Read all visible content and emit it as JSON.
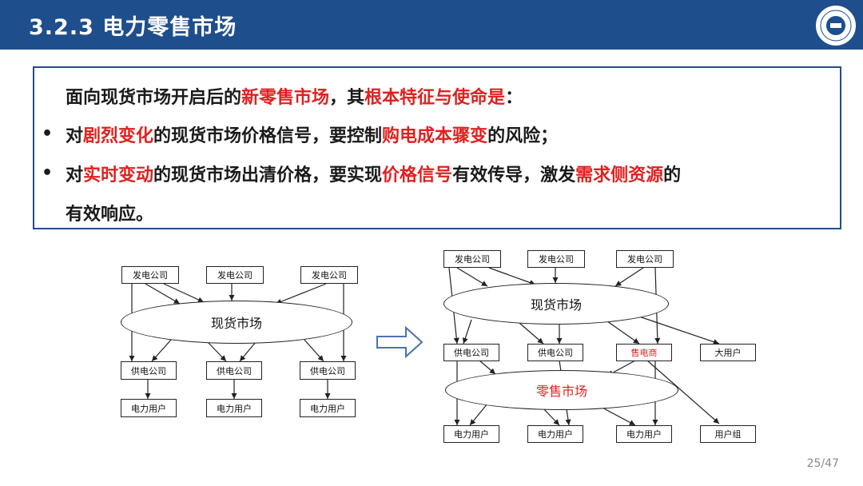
{
  "header": {
    "title": "3.2.3  电力零售市场"
  },
  "intro": {
    "p1": "面向现货市场开启后的",
    "p1_red": "新零售市场",
    "p2": "，其",
    "p2_red": "根本特征与使命是",
    "p3": "："
  },
  "bullets": [
    {
      "t1": "对",
      "r1": "剧烈变化",
      "t2": "的现货市场价格信号，要控制",
      "r2": "购电成本骤变",
      "t3": "的风险；"
    },
    {
      "t1": "对",
      "r1": "实时变动",
      "t2": "的现货市场出清价格，要实现",
      "r2": "价格信号",
      "t3": "有效传导，激发",
      "r3": "需求侧资源",
      "t4": "的",
      "line2": "有效响应。"
    }
  ],
  "left_diagram": {
    "generators": [
      "发电公司",
      "发电公司",
      "发电公司"
    ],
    "market": "现货市场",
    "suppliers": [
      "供电公司",
      "供电公司",
      "供电公司"
    ],
    "users": [
      "电力用户",
      "电力用户",
      "电力用户"
    ]
  },
  "right_diagram": {
    "generators": [
      "发电公司",
      "发电公司",
      "发电公司"
    ],
    "market": "现货市场",
    "mid": [
      "供电公司",
      "供电公司",
      "售电商",
      "大用户"
    ],
    "retail_market": "零售市场",
    "bottom": [
      "电力用户",
      "电力用户",
      "电力用户",
      "用户组"
    ]
  },
  "page": "25/47",
  "colors": {
    "header": "#1f4e8c",
    "accent_red": "#e02020",
    "border": "#1f4e8c"
  }
}
